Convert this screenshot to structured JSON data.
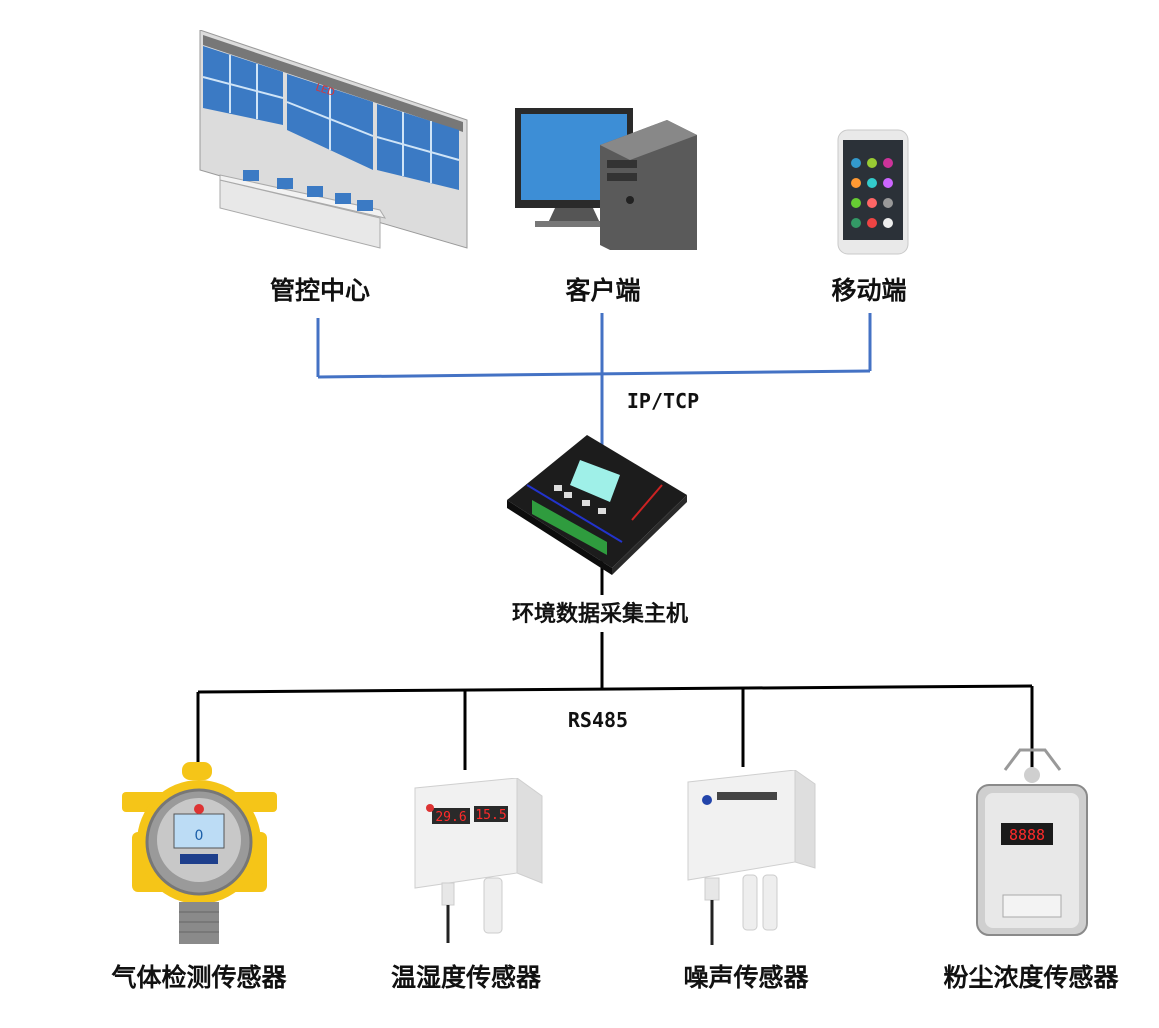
{
  "top_nodes": [
    {
      "label": "管控中心",
      "icon": "video-wall-icon"
    },
    {
      "label": "客户端",
      "icon": "desktop-computer-icon"
    },
    {
      "label": "移动端",
      "icon": "smartphone-icon"
    }
  ],
  "protocols": {
    "upper": "IP/TCP",
    "lower": "RS485"
  },
  "host": {
    "label": "环境数据采集主机",
    "icon": "data-collector-icon"
  },
  "sensors": [
    {
      "label": "气体检测传感器",
      "icon": "gas-detector-icon",
      "display": "0"
    },
    {
      "label": "温湿度传感器",
      "icon": "temp-humidity-sensor-icon",
      "display_left": "29.6",
      "display_right": "15.5"
    },
    {
      "label": "噪声传感器",
      "icon": "noise-sensor-icon"
    },
    {
      "label": "粉尘浓度传感器",
      "icon": "dust-sensor-icon",
      "display": "8888"
    }
  ],
  "colors": {
    "upper_wire": "#4472c4",
    "lower_wire": "#000000",
    "display_red": "#ff2a2a",
    "accent_yellow": "#f5c518"
  }
}
